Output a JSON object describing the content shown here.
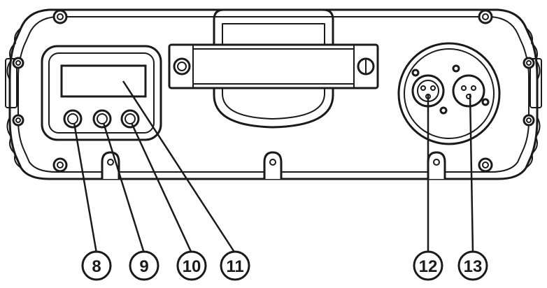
{
  "diagram": {
    "callouts": [
      {
        "id": "c8",
        "label": "8"
      },
      {
        "id": "c9",
        "label": "9"
      },
      {
        "id": "c10",
        "label": "10"
      },
      {
        "id": "c11",
        "label": "11"
      },
      {
        "id": "c12",
        "label": "12"
      },
      {
        "id": "c13",
        "label": "13"
      }
    ],
    "colors": {
      "stroke": "#1a1a1a",
      "background": "#ffffff"
    }
  }
}
